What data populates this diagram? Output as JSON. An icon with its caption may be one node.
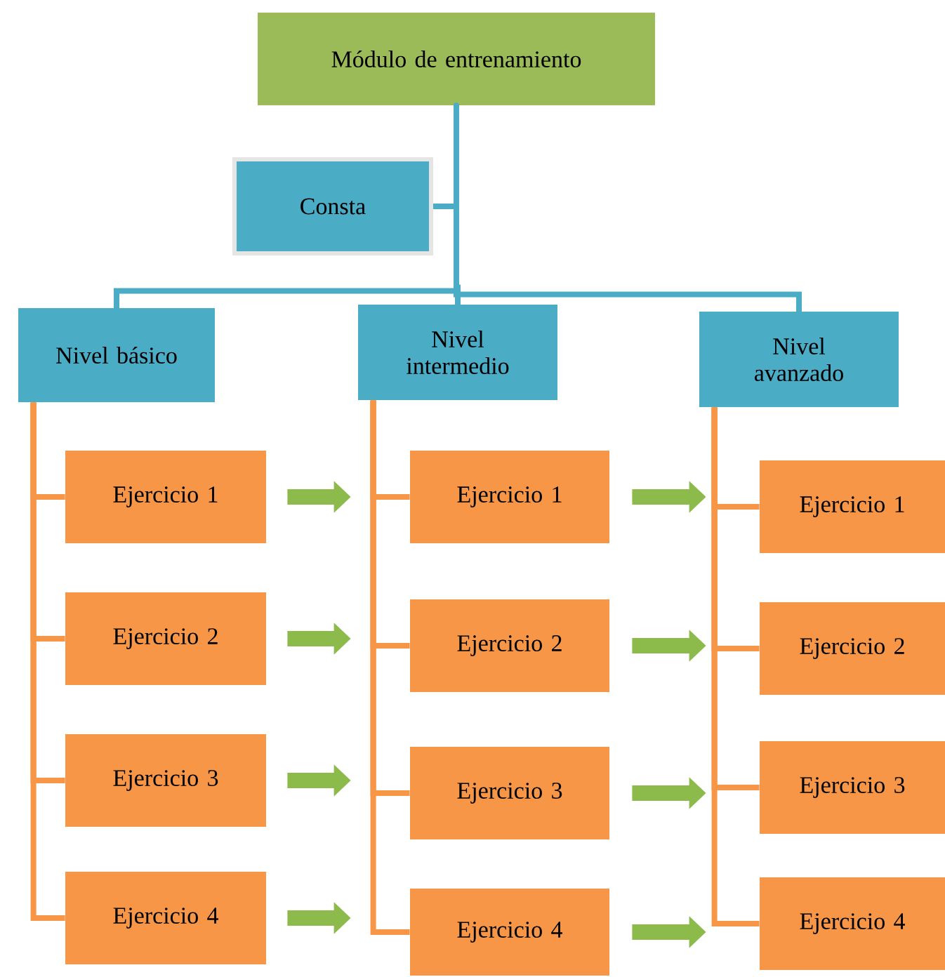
{
  "diagram": {
    "nodes": [
      {
        "text": [
          "Módulo de entrenamiento"
        ]
      },
      {
        "text": [
          "Consta"
        ]
      },
      {
        "text": [
          "Nivel básico"
        ]
      },
      {
        "text": [
          "Nivel intermedio"
        ]
      },
      {
        "text": [
          "Nivel avanzado"
        ]
      },
      {
        "text": [
          "Ejercicio 1"
        ]
      },
      {
        "text": [
          "Ejercicio 2"
        ]
      },
      {
        "text": [
          "Ejercicio 3"
        ]
      },
      {
        "text": [
          "Ejercicio 4"
        ]
      },
      {
        "text": [
          "Ejercicio 1"
        ]
      },
      {
        "text": [
          "Ejercicio 2"
        ]
      },
      {
        "text": [
          "Ejercicio 3"
        ]
      },
      {
        "text": [
          "Ejercicio 4"
        ]
      },
      {
        "text": [
          "Ejercicio 1"
        ]
      },
      {
        "text": [
          "Ejercicio 2"
        ]
      },
      {
        "text": [
          "Ejercicio 3"
        ]
      },
      {
        "text": [
          "Ejercicio 4"
        ]
      }
    ],
    "edges": [
      {
        "from": 0,
        "to": 1,
        "arrow": "none",
        "color": "#4bacc6"
      },
      {
        "from": 0,
        "to": 2,
        "arrow": "none",
        "color": "#4bacc6"
      },
      {
        "from": 0,
        "to": 3,
        "arrow": "none",
        "color": "#4bacc6"
      },
      {
        "from": 0,
        "to": 4,
        "arrow": "none",
        "color": "#4bacc6"
      },
      {
        "from": 2,
        "to": 5,
        "arrow": "none"
      },
      {
        "from": 2,
        "to": 6,
        "arrow": "none"
      },
      {
        "from": 2,
        "to": 7,
        "arrow": "none"
      },
      {
        "from": 2,
        "to": 8,
        "arrow": "none"
      },
      {
        "from": 3,
        "to": 9,
        "arrow": "none"
      },
      {
        "from": 3,
        "to": 10,
        "arrow": "none"
      },
      {
        "from": 3,
        "to": 11,
        "arrow": "none"
      },
      {
        "from": 3,
        "to": 12,
        "arrow": "none"
      },
      {
        "from": 4,
        "to": 13,
        "arrow": "none"
      },
      {
        "from": 4,
        "to": 14,
        "arrow": "none"
      },
      {
        "from": 4,
        "to": 15,
        "arrow": "none"
      },
      {
        "from": 4,
        "to": 16,
        "arrow": "none"
      },
      {
        "from": 5,
        "to": 9,
        "arrow": "to",
        "style": "thick",
        "color": "#8cba4b"
      },
      {
        "from": 6,
        "to": 10,
        "arrow": "to",
        "style": "thick",
        "color": "#8cba4b"
      },
      {
        "from": 7,
        "to": 11,
        "arrow": "to",
        "style": "thick",
        "color": "#8cba4b"
      },
      {
        "from": 8,
        "to": 12,
        "arrow": "to",
        "style": "thick",
        "color": "#8cba4b"
      },
      {
        "from": 9,
        "to": 13,
        "arrow": "to",
        "style": "thick",
        "color": "#8cba4b"
      },
      {
        "from": 10,
        "to": 14,
        "arrow": "to",
        "style": "thick",
        "color": "#8cba4b"
      },
      {
        "from": 11,
        "to": 15,
        "arrow": "to",
        "style": "thick",
        "color": "#8cba4b"
      },
      {
        "from": 12,
        "to": 16,
        "arrow": "to",
        "style": "thick",
        "color": "#8cba4b"
      }
    ]
  }
}
